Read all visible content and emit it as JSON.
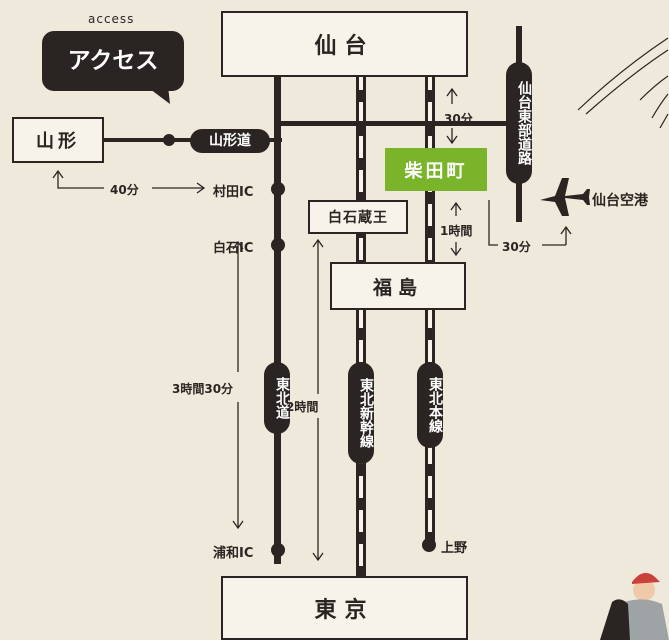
{
  "header": {
    "caption": "access",
    "title": "アクセス"
  },
  "boxes": {
    "sendai": "仙台",
    "yamagata": "山形",
    "shibata": "柴田町",
    "shiroishi_zao": "白石蔵王",
    "fukushima": "福島",
    "tokyo": "東京"
  },
  "roads": {
    "yamagata_do": "山形道",
    "tohoku_do": "東北道",
    "shinkansen": "東北新幹線",
    "honsen": "東北本線",
    "sendai_tobu": "仙台東部道路"
  },
  "stops": {
    "murata_ic": "村田IC",
    "shiroishi_ic": "白石IC",
    "urawa_ic": "浦和IC",
    "ueno": "上野",
    "airport": "仙台空港"
  },
  "times": {
    "yamagata_murata": "40分",
    "sendai_shibata": "30分",
    "shibata_fukushima": "1時間",
    "airport": "30分",
    "car_total": "3時間30分",
    "train_total": "2時間"
  },
  "colors": {
    "accent": "#7ab42a",
    "ink": "#2a2522",
    "background": "#efe9dc",
    "box_fill": "#f7f3ea"
  }
}
